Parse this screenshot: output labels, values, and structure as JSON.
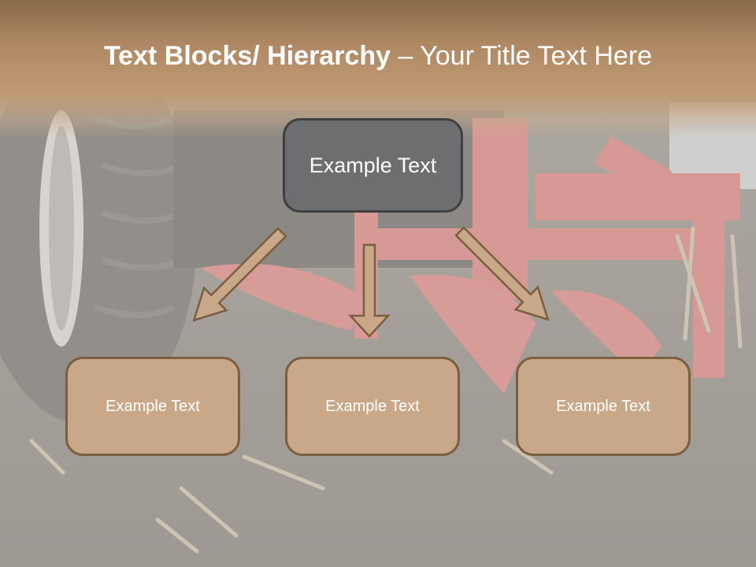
{
  "slide": {
    "title_bold": "Text Blocks/ Hierarchy",
    "title_rest": " – Your Title Text Here"
  },
  "hierarchy": {
    "top": {
      "label": "Example Text"
    },
    "children": [
      {
        "label": "Example Text"
      },
      {
        "label": "Example Text"
      },
      {
        "label": "Example Text"
      }
    ]
  },
  "colors": {
    "title_band": "#b08a65",
    "top_box_fill": "#6d6e70",
    "top_box_border": "#3f4042",
    "child_box_fill": "#c8a888",
    "child_box_border": "#7b5d40",
    "arrow_fill": "#c8a888",
    "arrow_border": "#7b5d40"
  }
}
